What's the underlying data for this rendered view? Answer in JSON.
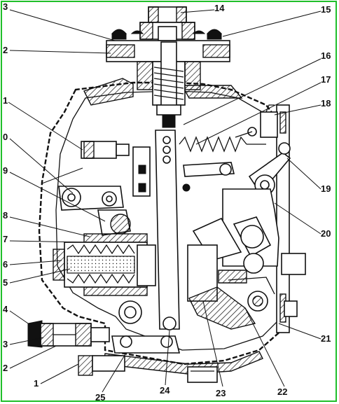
{
  "diagram": {
    "colors": {
      "frame": "#1fbf2a",
      "ink": "#111111",
      "paper": "#ffffff"
    },
    "labels": [
      {
        "id": "l3-top",
        "text": "3"
      },
      {
        "id": "l14",
        "text": "14"
      },
      {
        "id": "l15",
        "text": "15"
      },
      {
        "id": "l2-top",
        "text": "2"
      },
      {
        "id": "l16",
        "text": "16"
      },
      {
        "id": "l1-top",
        "text": "1"
      },
      {
        "id": "l17",
        "text": "17"
      },
      {
        "id": "l18",
        "text": "18"
      },
      {
        "id": "l0",
        "text": "0"
      },
      {
        "id": "l9",
        "text": "9"
      },
      {
        "id": "l19",
        "text": "19"
      },
      {
        "id": "l8",
        "text": "8"
      },
      {
        "id": "l20",
        "text": "20"
      },
      {
        "id": "l7",
        "text": "7"
      },
      {
        "id": "l6",
        "text": "6"
      },
      {
        "id": "l5",
        "text": "5"
      },
      {
        "id": "l4",
        "text": "4"
      },
      {
        "id": "l21",
        "text": "21"
      },
      {
        "id": "l3-bottom",
        "text": "3"
      },
      {
        "id": "l2-bottom",
        "text": "2"
      },
      {
        "id": "l1-bottom",
        "text": "1"
      },
      {
        "id": "l25",
        "text": "25"
      },
      {
        "id": "l24",
        "text": "24"
      },
      {
        "id": "l23",
        "text": "23"
      },
      {
        "id": "l22",
        "text": "22"
      }
    ]
  }
}
